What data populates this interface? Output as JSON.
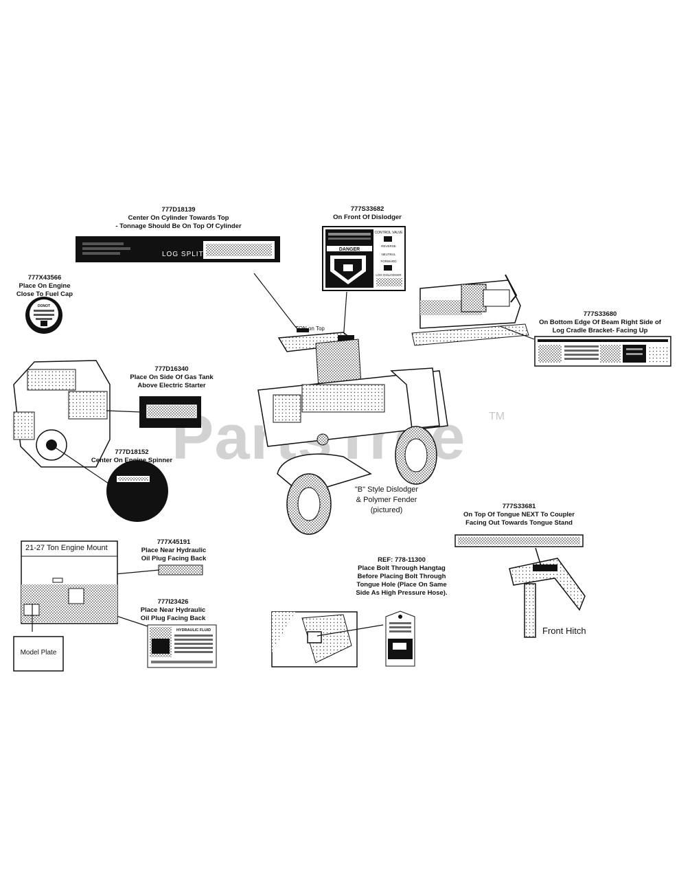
{
  "watermark": {
    "brand": "PartsTree",
    "tm": "TM"
  },
  "callouts": {
    "c1": {
      "part": "777D18139",
      "lines": [
        "Center On Cylinder Towards Top",
        "- Tonnage Should Be On Top Of Cylinder"
      ]
    },
    "c2": {
      "part": "777S33682",
      "lines": [
        "On Front Of Dislodger"
      ]
    },
    "c3": {
      "part": "777X43566",
      "lines": [
        "Place On Engine",
        "Close To Fuel Cap"
      ]
    },
    "c4": {
      "part": "777S33680",
      "lines": [
        "On Bottom Edge Of Beam Right Side of",
        "Log Cradle Bracket- Facing Up"
      ]
    },
    "c5": {
      "part": "777D16340",
      "lines": [
        "Place On Side Of Gas Tank",
        "Above Electric Starter"
      ]
    },
    "c6": {
      "part": "777D18152",
      "lines": [
        "Center On Engine Spinner"
      ]
    },
    "c7": {
      "part": "777S33681",
      "lines": [
        "On Top Of Tongue NEXT To Coupler",
        "Facing Out Towards Tongue Stand"
      ]
    },
    "c8": {
      "part": "777X45191",
      "lines": [
        "Place Near Hydraulic",
        "Oil Plug Facing Back"
      ]
    },
    "c9": {
      "part": "777I23426",
      "lines": [
        "Place Near Hydraulic",
        "Oil Plug Facing Back"
      ]
    },
    "c10": {
      "part": "REF: 778-11300",
      "lines": [
        "Place Bolt Through Hangtag",
        "Before Placing Bolt Through",
        "Tongue Hole (Place On Same",
        "Side As High Pressure Hose)."
      ]
    }
  },
  "decals": {
    "log_splitter": "LOG SPLITTER",
    "control_valve": "CONTROL VALVE",
    "danger": "DANGER",
    "reverse": "REVERSE",
    "neutral": "NEUTRAL",
    "forward": "FORWARD",
    "log_dislodger": "LOG DISLODGER",
    "donot": "DONOT",
    "hydraulic_fluid": "HYDRAULIC FLUID"
  },
  "notes": {
    "ton_on_top": "TON on Top",
    "dislodger": [
      "\"B\" Style Dislodger",
      "& Polymer Fender",
      "(pictured)"
    ],
    "engine_mount": "21-27 Ton Engine Mount",
    "model_plate": "Model Plate",
    "front_hitch": "Front Hitch"
  }
}
